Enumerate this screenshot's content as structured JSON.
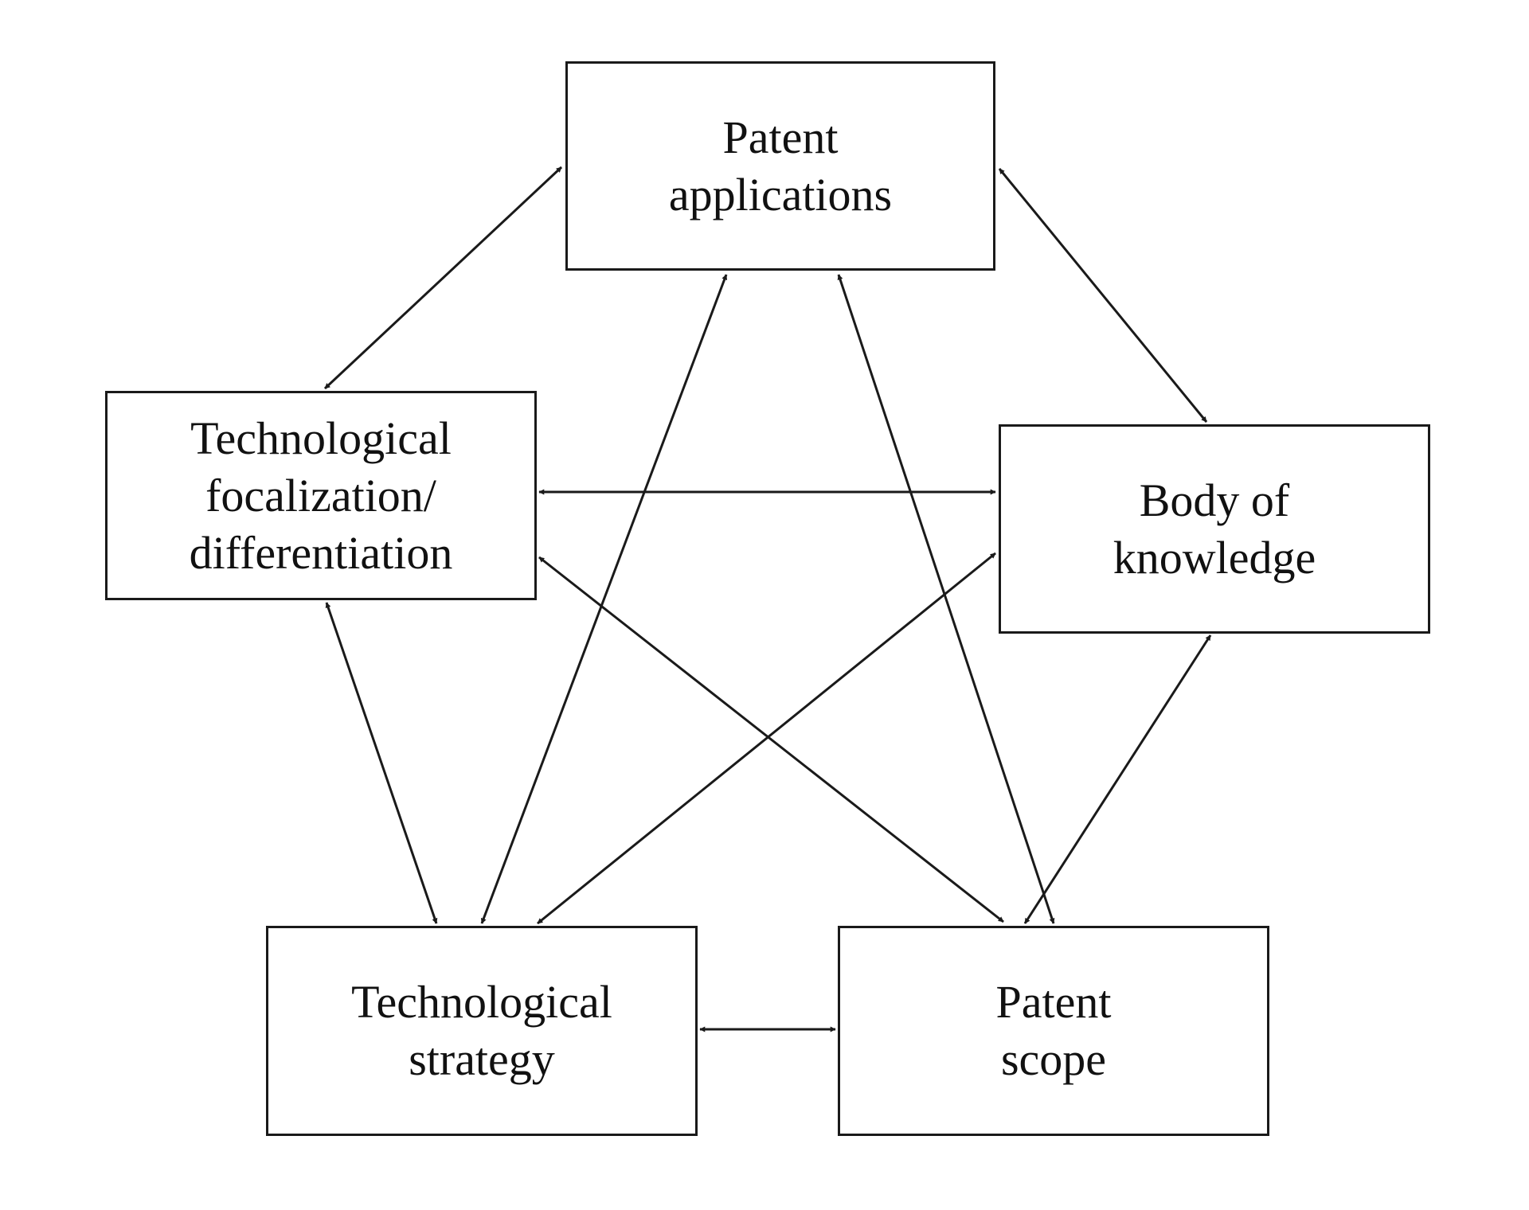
{
  "colors": {
    "stroke": "#1a1a1a",
    "text": "#111111",
    "background": "#ffffff"
  },
  "nodes": {
    "patent_applications": {
      "lines": [
        "Patent",
        "applications"
      ]
    },
    "tech_focalization": {
      "lines": [
        "Technological",
        "focalization/",
        "differentiation"
      ]
    },
    "body_of_knowledge": {
      "lines": [
        "Body of",
        "knowledge"
      ]
    },
    "tech_strategy": {
      "lines": [
        "Technological",
        "strategy"
      ]
    },
    "patent_scope": {
      "lines": [
        "Patent",
        "scope"
      ]
    }
  },
  "edges": [
    {
      "from": "tech_focalization",
      "to": "patent_applications",
      "bidirectional": true
    },
    {
      "from": "patent_applications",
      "to": "body_of_knowledge",
      "bidirectional": true
    },
    {
      "from": "tech_focalization",
      "to": "body_of_knowledge",
      "bidirectional": true
    },
    {
      "from": "tech_focalization",
      "to": "tech_strategy",
      "bidirectional": true
    },
    {
      "from": "tech_focalization",
      "to": "patent_scope",
      "bidirectional": true
    },
    {
      "from": "patent_applications",
      "to": "tech_strategy",
      "bidirectional": true
    },
    {
      "from": "patent_applications",
      "to": "patent_scope",
      "bidirectional": true
    },
    {
      "from": "body_of_knowledge",
      "to": "tech_strategy",
      "bidirectional": true
    },
    {
      "from": "body_of_knowledge",
      "to": "patent_scope",
      "bidirectional": true
    },
    {
      "from": "tech_strategy",
      "to": "patent_scope",
      "bidirectional": true
    }
  ]
}
